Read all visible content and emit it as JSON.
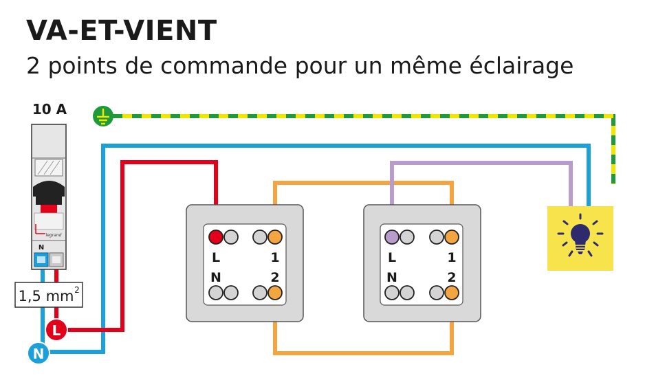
{
  "title": "VA-ET-VIENT",
  "subtitle": "2 points de commande pour un même éclairage",
  "breaker": {
    "rating": "10 A",
    "brand": "legrand",
    "terminal_n": "N"
  },
  "cable": {
    "section": "1,5 mm",
    "section_exp": "2"
  },
  "supply": {
    "phase_label": "L",
    "neutral_label": "N"
  },
  "switch_1": {
    "term_L": "L",
    "term_1": "1",
    "term_N": "N",
    "term_2": "2"
  },
  "switch_2": {
    "term_L": "L",
    "term_1": "1",
    "term_N": "N",
    "term_2": "2"
  },
  "colors": {
    "phase": "#e2001a",
    "neutral": "#1ba0dc",
    "earth_green": "#1e9a3a",
    "earth_yellow": "#f2e500",
    "traveler": "#f2a541",
    "return": "#b79ccc",
    "lamp_bg": "#f7e34b",
    "lamp_bulb": "#2d2a6e",
    "plate": "#d9d9d9"
  }
}
